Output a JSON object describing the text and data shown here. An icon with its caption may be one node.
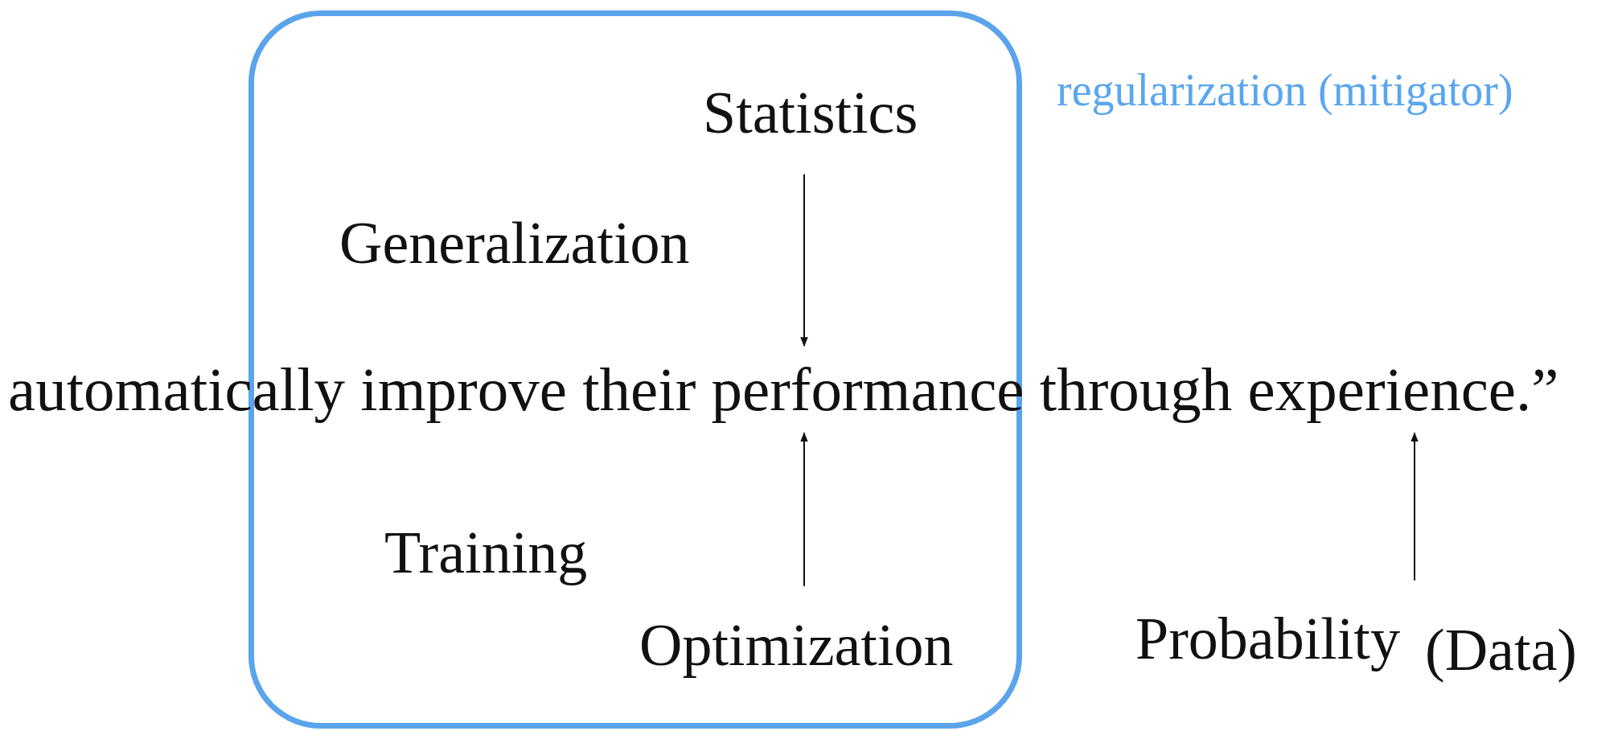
{
  "diagram": {
    "nodes": [
      {
        "text": [],
        "shape": "box"
      },
      {
        "text": [
          "Statistics"
        ],
        "in": 0
      },
      {
        "text": [
          "Generalization"
        ],
        "in": 0
      },
      {
        "text": [
          "automatically improve their performance through experience.”"
        ]
      },
      {
        "text": [
          "Training"
        ],
        "in": 0
      },
      {
        "text": [
          "Optimization"
        ],
        "in": 0
      },
      {
        "text": [
          "Probability"
        ],
        "beside": [
          "(Data)"
        ]
      }
    ],
    "edges": [
      {
        "from": 1,
        "to": 3,
        "arrow": "to"
      },
      {
        "from": 5,
        "to": 3,
        "arrow": "to"
      },
      {
        "from": 6,
        "to": 3,
        "arrow": "to"
      }
    ],
    "labels": [
      "regularization (mitigator)"
    ]
  }
}
